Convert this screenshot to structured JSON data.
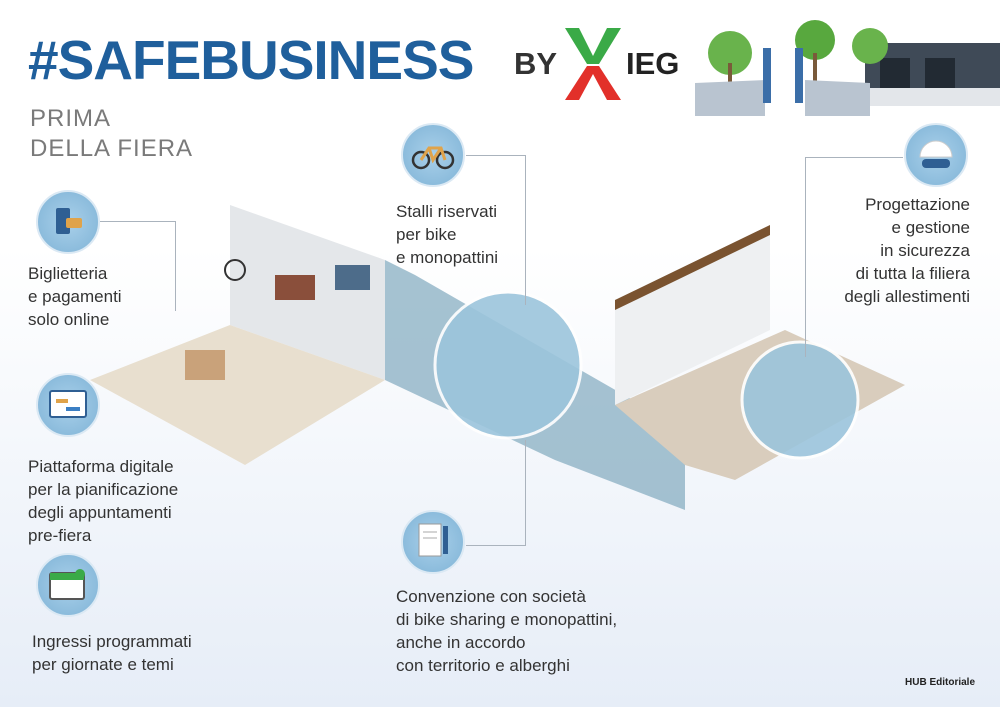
{
  "header": {
    "title": "#SAFEBUSINESS",
    "by": "BY",
    "brand": "IEG",
    "subtitle_line1": "PRIMA",
    "subtitle_line2": "DELLA FIERA"
  },
  "items": [
    {
      "icon": "phone-payment-icon",
      "lines": [
        "Biglietteria",
        "e pagamenti",
        "solo online"
      ]
    },
    {
      "icon": "digital-platform-icon",
      "lines": [
        "Piattaforma digitale",
        "per la pianificazione",
        "degli appuntamenti",
        "pre-fiera"
      ]
    },
    {
      "icon": "calendar-icon",
      "lines": [
        "Ingressi programmati",
        "per giornate e temi"
      ]
    },
    {
      "icon": "bicycle-icon",
      "lines": [
        "Stalli riservati",
        "per bike",
        "e monopattini"
      ]
    },
    {
      "icon": "document-pen-icon",
      "lines": [
        "Convenzione con società",
        "di bike sharing e monopattini,",
        "anche in accordo",
        "con territorio e alberghi"
      ]
    },
    {
      "icon": "safety-helmet-icon",
      "lines": [
        "Progettazione",
        "e gestione",
        "in sicurezza",
        "di tutta la filiera",
        "degli allestimenti"
      ]
    }
  ],
  "credit": "HUB Editoriale",
  "colors": {
    "title": "#1f5f9c",
    "logo_green": "#3aaa47",
    "logo_red": "#e2302a"
  }
}
